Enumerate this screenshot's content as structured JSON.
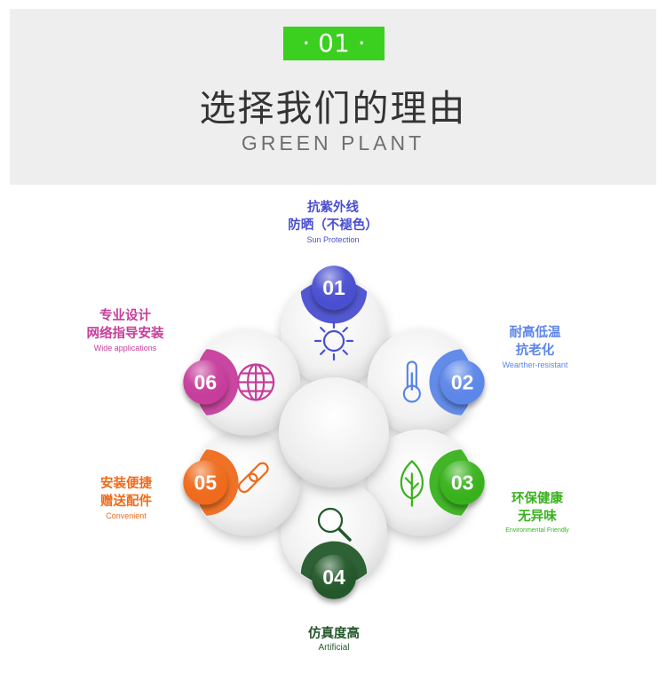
{
  "header": {
    "badge": "· 01 ·",
    "title": "选择我们的理由",
    "subtitle": "GREEN PLANT"
  },
  "colors": {
    "header_bg": "#eeeeee",
    "accent_green": "#3bcf1f",
    "petal": "#f0f0f0"
  },
  "features": [
    {
      "number": "01",
      "cn1": "抗紫外线",
      "cn2": "防晒（不褪色）",
      "en": "Sun Protection",
      "icon": "sun-icon",
      "color": "#4a4fd0"
    },
    {
      "number": "02",
      "cn1": "耐高低温",
      "cn2": "抗老化",
      "en": "Wearther-resistant",
      "icon": "thermometer-icon",
      "color": "#5b86e8"
    },
    {
      "number": "03",
      "cn1": "环保健康",
      "cn2": "无异味",
      "en": "Environmental Friendly",
      "icon": "leaf-icon",
      "color": "#38b21c"
    },
    {
      "number": "04",
      "cn1": "仿真度高",
      "cn2": "",
      "en": "Artificial",
      "icon": "magnifier-icon",
      "color": "#23582a"
    },
    {
      "number": "05",
      "cn1": "安装便捷",
      "cn2": "赠送配件",
      "en": "Convenient",
      "icon": "link-icon",
      "color": "#ef6a1a"
    },
    {
      "number": "06",
      "cn1": "专业设计",
      "cn2": "网络指导安装",
      "en": "Wide applications",
      "icon": "globe-icon",
      "color": "#c63d9b"
    }
  ]
}
